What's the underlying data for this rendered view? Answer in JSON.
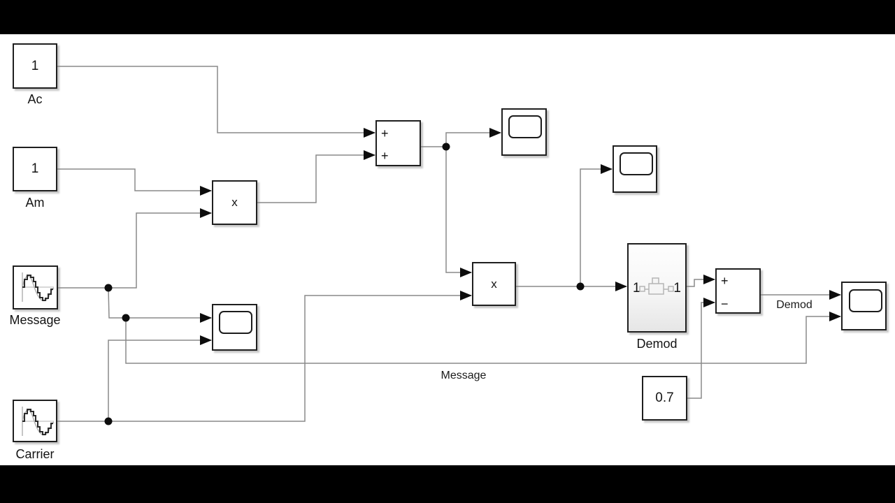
{
  "blocks": {
    "ac": {
      "value": "1",
      "label": "Ac"
    },
    "am": {
      "value": "1",
      "label": "Am"
    },
    "message": {
      "label": "Message"
    },
    "carrier": {
      "label": "Carrier"
    },
    "offset": {
      "value": "0.7"
    },
    "product1": {
      "symbol": "x"
    },
    "product2": {
      "symbol": "x"
    },
    "sum1": {
      "top_sign": "+",
      "bottom_sign": "+"
    },
    "sum2": {
      "top_sign": "+",
      "bottom_sign": "−"
    },
    "demod": {
      "label": "Demod",
      "input_port": "1",
      "output_port": "1"
    }
  },
  "wire_labels": {
    "message_feedback": "Message",
    "demod_output": "Demod"
  }
}
